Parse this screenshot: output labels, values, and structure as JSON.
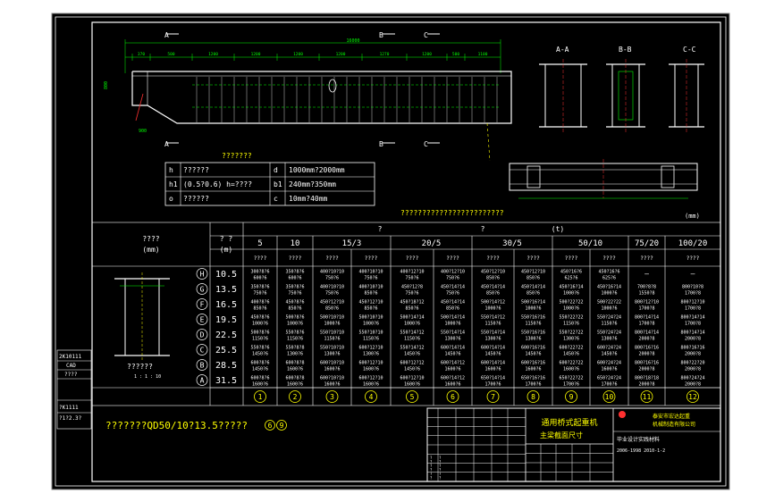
{
  "section_labels": {
    "a1": "A",
    "a2": "A",
    "b1": "B",
    "b2": "B",
    "c1": "C",
    "c2": "C"
  },
  "section_titles": [
    "A-A",
    "B-B",
    "C-C"
  ],
  "top_dims": [
    "16000",
    "370",
    "500",
    "1200",
    "1200",
    "1200",
    "1200",
    "1270",
    "1200",
    "500",
    "1100"
  ],
  "side_dims": {
    "left": "800",
    "bottom_left": "900"
  },
  "param_title": "???????",
  "params": [
    {
      "sym": "h",
      "desc": "??????",
      "sym2": "d",
      "val": "1000mm?2000mm"
    },
    {
      "sym": "h1",
      "desc": "(0.5?0.6) h=????",
      "sym2": "b1",
      "val": "240mm?350mm"
    },
    {
      "sym": "o",
      "desc": "??????",
      "sym2": "c",
      "val": "10mm?40mm"
    }
  ],
  "main_title": "????????????????????????",
  "unit": "(mm)",
  "header": {
    "span_label": "????\n(mm)",
    "cap_label": "? ?\n(m)",
    "group1": "?",
    "group2": "?",
    "group3": "(t)"
  },
  "capacities": [
    "5",
    "10",
    "15/3",
    "20/5",
    "30/5",
    "50/10",
    "75/20",
    "100/20"
  ],
  "sub_headers": [
    "????",
    "????",
    "????",
    "????",
    "????",
    "????",
    "????",
    "????",
    "????",
    "????",
    "????",
    "????"
  ],
  "row_codes": [
    "H",
    "G",
    "F",
    "E",
    "D",
    "C",
    "B",
    "A"
  ],
  "spans": [
    "10.5",
    "13.5",
    "16.5",
    "19.5",
    "22.5",
    "25.5",
    "28.5",
    "31.5"
  ],
  "cells": [
    [
      "300?8?6\n600?6",
      "350?8?6\n600?6",
      "400?10?10\n750?6",
      "400?10?10\n750?6",
      "400?12?10\n750?6",
      "400?12?10\n750?6",
      "450?12?10\n850?6",
      "450?12?10\n850?6",
      "450?16?6\n625?6",
      "450?16?6\n625?6",
      "—",
      "—"
    ],
    [
      "350?8?6\n750?6",
      "350?8?6\n750?6",
      "400?10?10\n750?6",
      "400?10?10\n850?6",
      "450?12?8\n750?6",
      "450?14?14\n750?6",
      "450?14?14\n850?6",
      "450?14?14\n850?6",
      "450?16?14\n1000?6",
      "450?16?14\n1000?6",
      "700?8?8\n1550?8",
      "800?10?8\n1700?8"
    ],
    [
      "400?8?6\n850?6",
      "450?8?6\n850?6",
      "450?12?10\n850?6",
      "450?12?10\n850?6",
      "450?18?12\n850?6",
      "450?14?14\n850?6",
      "500?14?12\n1000?6",
      "500?16?14\n1000?6",
      "500?22?22\n1000?6",
      "500?22?22\n1000?6",
      "800?12?10\n1700?8",
      "800?12?10\n1700?8"
    ],
    [
      "450?8?6\n1000?6",
      "500?8?6\n1000?6",
      "500?10?10\n1000?6",
      "500?10?10\n1000?6",
      "500?14?14\n1000?6",
      "500?14?14\n1000?6",
      "550?14?12\n1150?6",
      "550?16?16\n1150?6",
      "550?22?22\n1150?6",
      "550?24?24\n1150?6",
      "800?14?14\n1700?8",
      "800?14?14\n1700?8"
    ],
    [
      "500?8?6\n1150?6",
      "550?8?6\n1150?6",
      "550?10?10\n1150?6",
      "550?10?10\n1150?6",
      "550?14?12\n1150?6",
      "550?14?14\n1300?6",
      "550?14?14\n1300?6",
      "550?16?16\n1300?6",
      "550?22?22\n1300?6",
      "550?24?24\n1300?6",
      "800?14?14\n2000?8",
      "800?14?14\n2000?8"
    ],
    [
      "550?8?6\n1450?6",
      "550?8?8\n1300?6",
      "550?10?10\n1300?6",
      "600?12?10\n1300?6",
      "550?14?12\n1450?6",
      "600?14?14\n1450?6",
      "600?14?14\n1450?6",
      "600?16?16\n1450?6",
      "600?22?22\n1450?6",
      "600?24?24\n1450?6",
      "800?16?16\n2000?8",
      "800?16?16\n2000?8"
    ],
    [
      "600?8?6\n1450?6",
      "600?8?8\n1600?6",
      "600?10?10\n1600?6",
      "600?12?10\n1600?6",
      "600?12?12\n1450?6",
      "600?14?12\n1600?6",
      "600?14?14\n1600?6",
      "600?16?16\n1600?6",
      "600?22?22\n1600?6",
      "600?24?24\n1600?6",
      "800?16?16\n2000?8",
      "800?22?20\n2000?8"
    ],
    [
      "600?8?6\n1600?6",
      "600?8?8\n1600?6",
      "600?10?10\n1600?6",
      "600?12?10\n1600?6",
      "600?12?10\n1600?6",
      "600?14?12\n1600?6",
      "650?14?14\n1700?6",
      "650?16?16\n1700?6",
      "650?22?22\n1700?6",
      "650?24?24\n1700?6",
      "800?18?18\n2000?8",
      "800?24?24\n2000?8"
    ]
  ],
  "col_numbers": [
    "1",
    "2",
    "3",
    "4",
    "5",
    "6",
    "7",
    "8",
    "9",
    "10",
    "11",
    "12"
  ],
  "small_section_label": "??????",
  "small_section_sub": "1 : 1 : 10",
  "bottom_note": "???????QD50/10?13.5?????",
  "bottom_note_circles": [
    "6",
    "9"
  ],
  "left_strip": [
    "2K10111",
    "CAD",
    "????",
    "?K1111",
    "?1?2.3?"
  ],
  "title_block": {
    "main_name": "通用桥式起重机",
    "sub_name": "主梁截面尺寸",
    "company_line1": "泰安市宏达起重",
    "company_line2": "机械制造有限公司",
    "line3": "毕业设计实践材料",
    "line4": "2006-1998  2010-1-2",
    "mini_cells": [
      "?",
      "?",
      "?",
      "?",
      "?",
      "?",
      "?",
      "?",
      "?",
      "?",
      "?",
      "?"
    ]
  },
  "colors": {
    "bg": "#000000",
    "frame": "#ffffff",
    "dim": "#00ff00",
    "text": "#ffffff",
    "yellow": "#ffff00",
    "red": "#ff3030",
    "cyan": "#00ffff",
    "magenta": "#ff00ff"
  }
}
